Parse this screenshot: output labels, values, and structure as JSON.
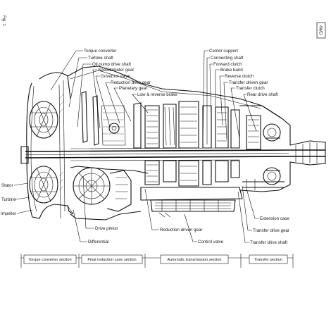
{
  "figure": {
    "fig_tag": "Fig. 1",
    "badge": "4WD"
  },
  "labels": {
    "torque_converter": "Torque converter",
    "turbine_shaft": "Turbine shaft",
    "oil_pump_drive_shaft": "Oil pump drive shaft",
    "speedometer_gear": "Speedometer gear",
    "governor_valve": "Governor valve",
    "reduction_drive_gear": "Reduction drive gear",
    "planetary_gear": "Planetary gear",
    "low_reverse_brake": "Low & reverse brake",
    "center_support": "Center support",
    "connecting_shaft": "Connecting shaft",
    "forward_clutch": "Forward clutch",
    "brake_band": "Brake band",
    "reverse_clutch": "Reverse clutch",
    "transfer_driven_gear": "Transfer driven gear",
    "transfer_clutch": "Transfer clutch",
    "rear_drive_shaft": "Rear drive shaft",
    "stator": "Stator",
    "turbine": "Turbine",
    "impeller": "Impeller",
    "drive_pinion": "Drive pinion",
    "differential": "Differential",
    "reduction_driven_gear": "Reduction driven gear",
    "control_valve": "Control valve",
    "extension_case": "Extension case",
    "transfer_drive_gear": "Transfer drive gear",
    "transfer_drive_shaft": "Transfer drive shaft"
  },
  "sections": [
    "Torque converter section",
    "Final reduction case section",
    "Automatic transmission section",
    "Transfer section"
  ]
}
